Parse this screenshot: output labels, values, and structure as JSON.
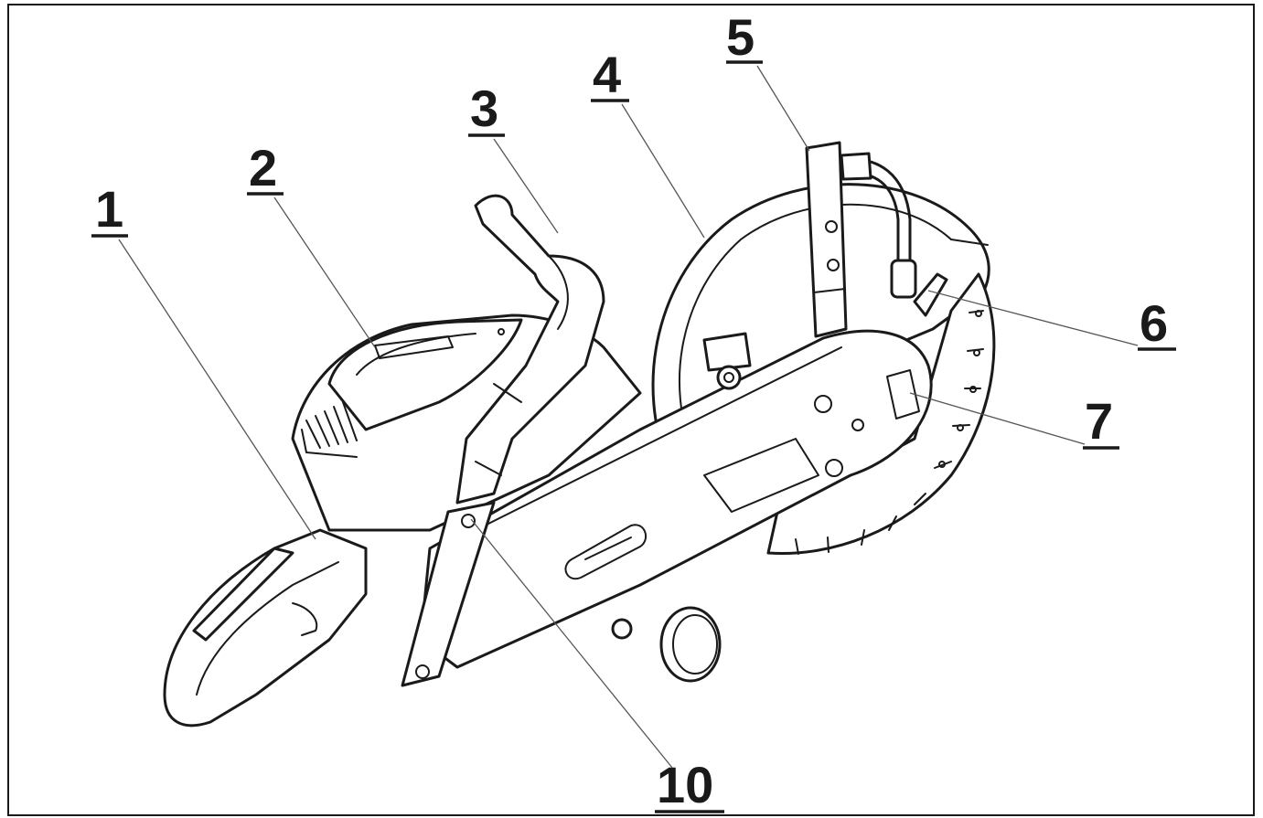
{
  "diagram": {
    "colors": {
      "line": "#1a1a1a",
      "leader": "#555555",
      "background": "#ffffff"
    },
    "callouts": [
      {
        "id": "1",
        "label": "1"
      },
      {
        "id": "2",
        "label": "2"
      },
      {
        "id": "3",
        "label": "3"
      },
      {
        "id": "4",
        "label": "4"
      },
      {
        "id": "5",
        "label": "5"
      },
      {
        "id": "6",
        "label": "6"
      },
      {
        "id": "7",
        "label": "7"
      },
      {
        "id": "10",
        "label": "10"
      }
    ]
  }
}
